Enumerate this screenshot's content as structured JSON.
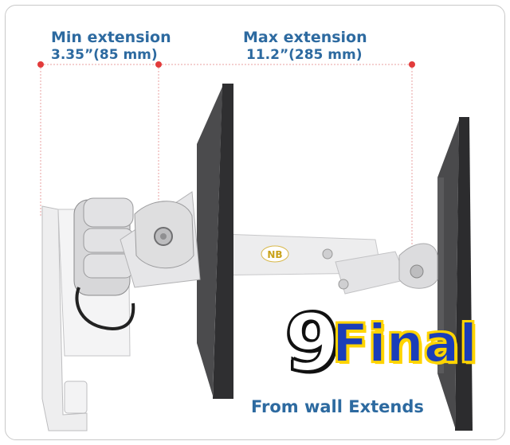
{
  "labels": {
    "min_title": "Min extension",
    "min_value": "3.35”(85 mm)",
    "max_title": "Max extension",
    "max_value": "11.2”(285 mm)"
  },
  "brand": {
    "digit": "9",
    "word": "Final",
    "logo_text": "NB"
  },
  "caption": "From wall Extends",
  "colors": {
    "label_blue": "#2d6aa0",
    "guide_red": "#e23b3b",
    "brand_blue": "#1a3db8",
    "brand_yellow": "#ffd400",
    "monitor_dark": "#3a3a3c",
    "arm_white": "#e9e9eb"
  }
}
